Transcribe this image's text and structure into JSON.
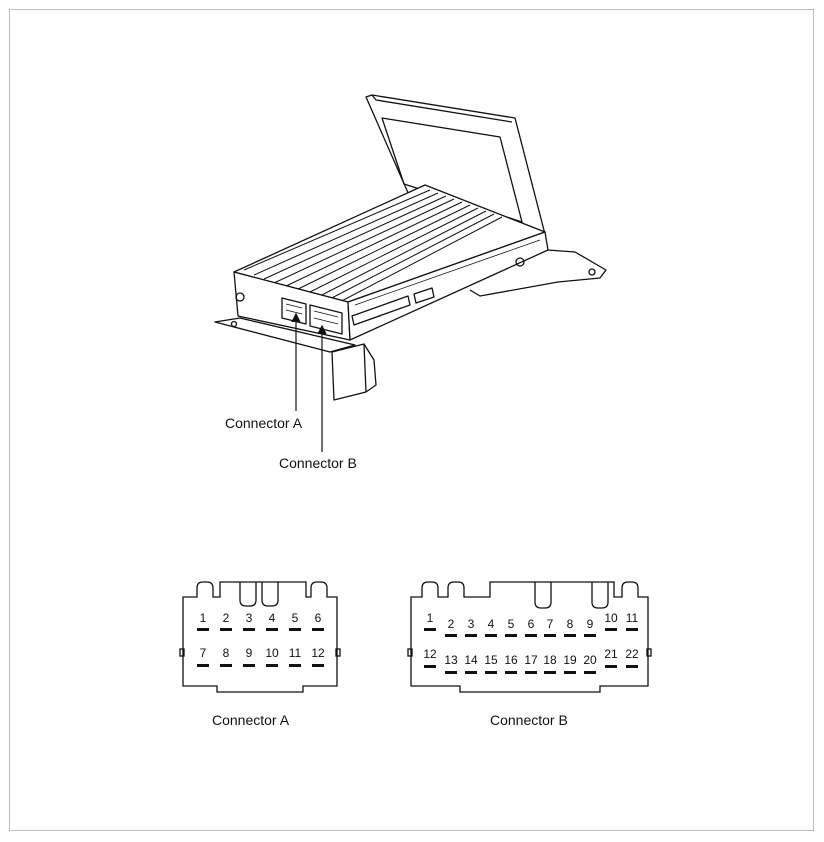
{
  "labels": {
    "connector_a": "Connector A",
    "connector_b": "Connector B"
  },
  "connector_a": {
    "caption": "Connector A",
    "pins_top": [
      "1",
      "2",
      "3",
      "4",
      "5",
      "6"
    ],
    "pins_bottom": [
      "7",
      "8",
      "9",
      "10",
      "11",
      "12"
    ]
  },
  "connector_b": {
    "caption": "Connector B",
    "pins_top": [
      "1",
      "2",
      "3",
      "4",
      "5",
      "6",
      "7",
      "8",
      "9",
      "10",
      "11"
    ],
    "pins_bottom": [
      "12",
      "13",
      "14",
      "15",
      "16",
      "17",
      "18",
      "19",
      "20",
      "21",
      "22"
    ]
  },
  "colors": {
    "line": "#111111",
    "frame": "#bdbdbd"
  }
}
